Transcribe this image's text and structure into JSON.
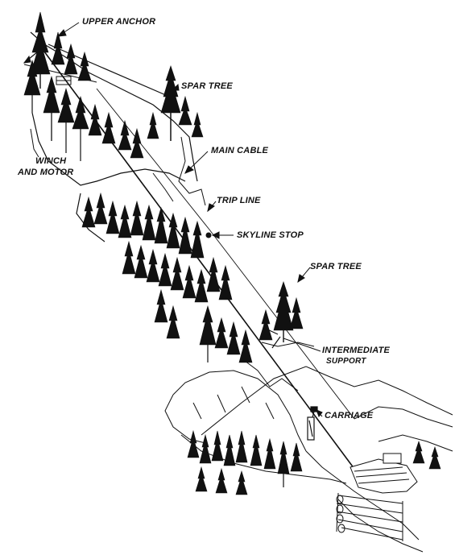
{
  "labels": {
    "upper_anchor": "UPPER ANCHOR",
    "spar_tree_top": "SPAR TREE",
    "winch_line1": "WINCH",
    "winch_line2": "AND MOTOR",
    "main_cable": "MAIN CABLE",
    "trip_line": "TRIP LINE",
    "skyline_stop": "SKYLINE STOP",
    "spar_tree_lower": "SPAR TREE",
    "intermediate_line1": "INTERMEDIATE",
    "intermediate_line2": "SUPPORT",
    "carriage": "CARRIAGE"
  },
  "colors": {
    "ink": "#111111",
    "paper": "#ffffff"
  }
}
